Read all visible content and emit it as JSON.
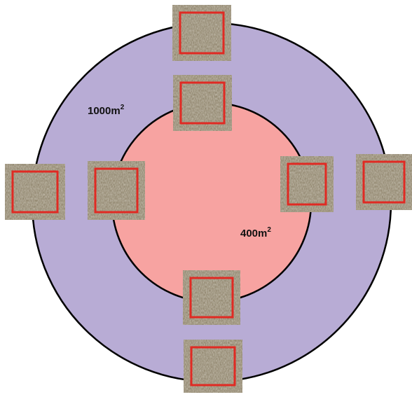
{
  "labels": {
    "outer_area": "1000m",
    "inner_area": "400m",
    "exponent": "2"
  },
  "colors": {
    "outer_fill": "#b8acd5",
    "inner_fill": "#f7a3a1",
    "ring_stroke": "#000000",
    "quadrat_frame": "#e02a23",
    "grass_base": "#8f846c"
  },
  "quadrats": [
    {
      "name": "quadrat-outer-top"
    },
    {
      "name": "quadrat-inner-top"
    },
    {
      "name": "quadrat-outer-left"
    },
    {
      "name": "quadrat-inner-left"
    },
    {
      "name": "quadrat-inner-right"
    },
    {
      "name": "quadrat-outer-right"
    },
    {
      "name": "quadrat-inner-bottom"
    },
    {
      "name": "quadrat-outer-bottom"
    }
  ]
}
